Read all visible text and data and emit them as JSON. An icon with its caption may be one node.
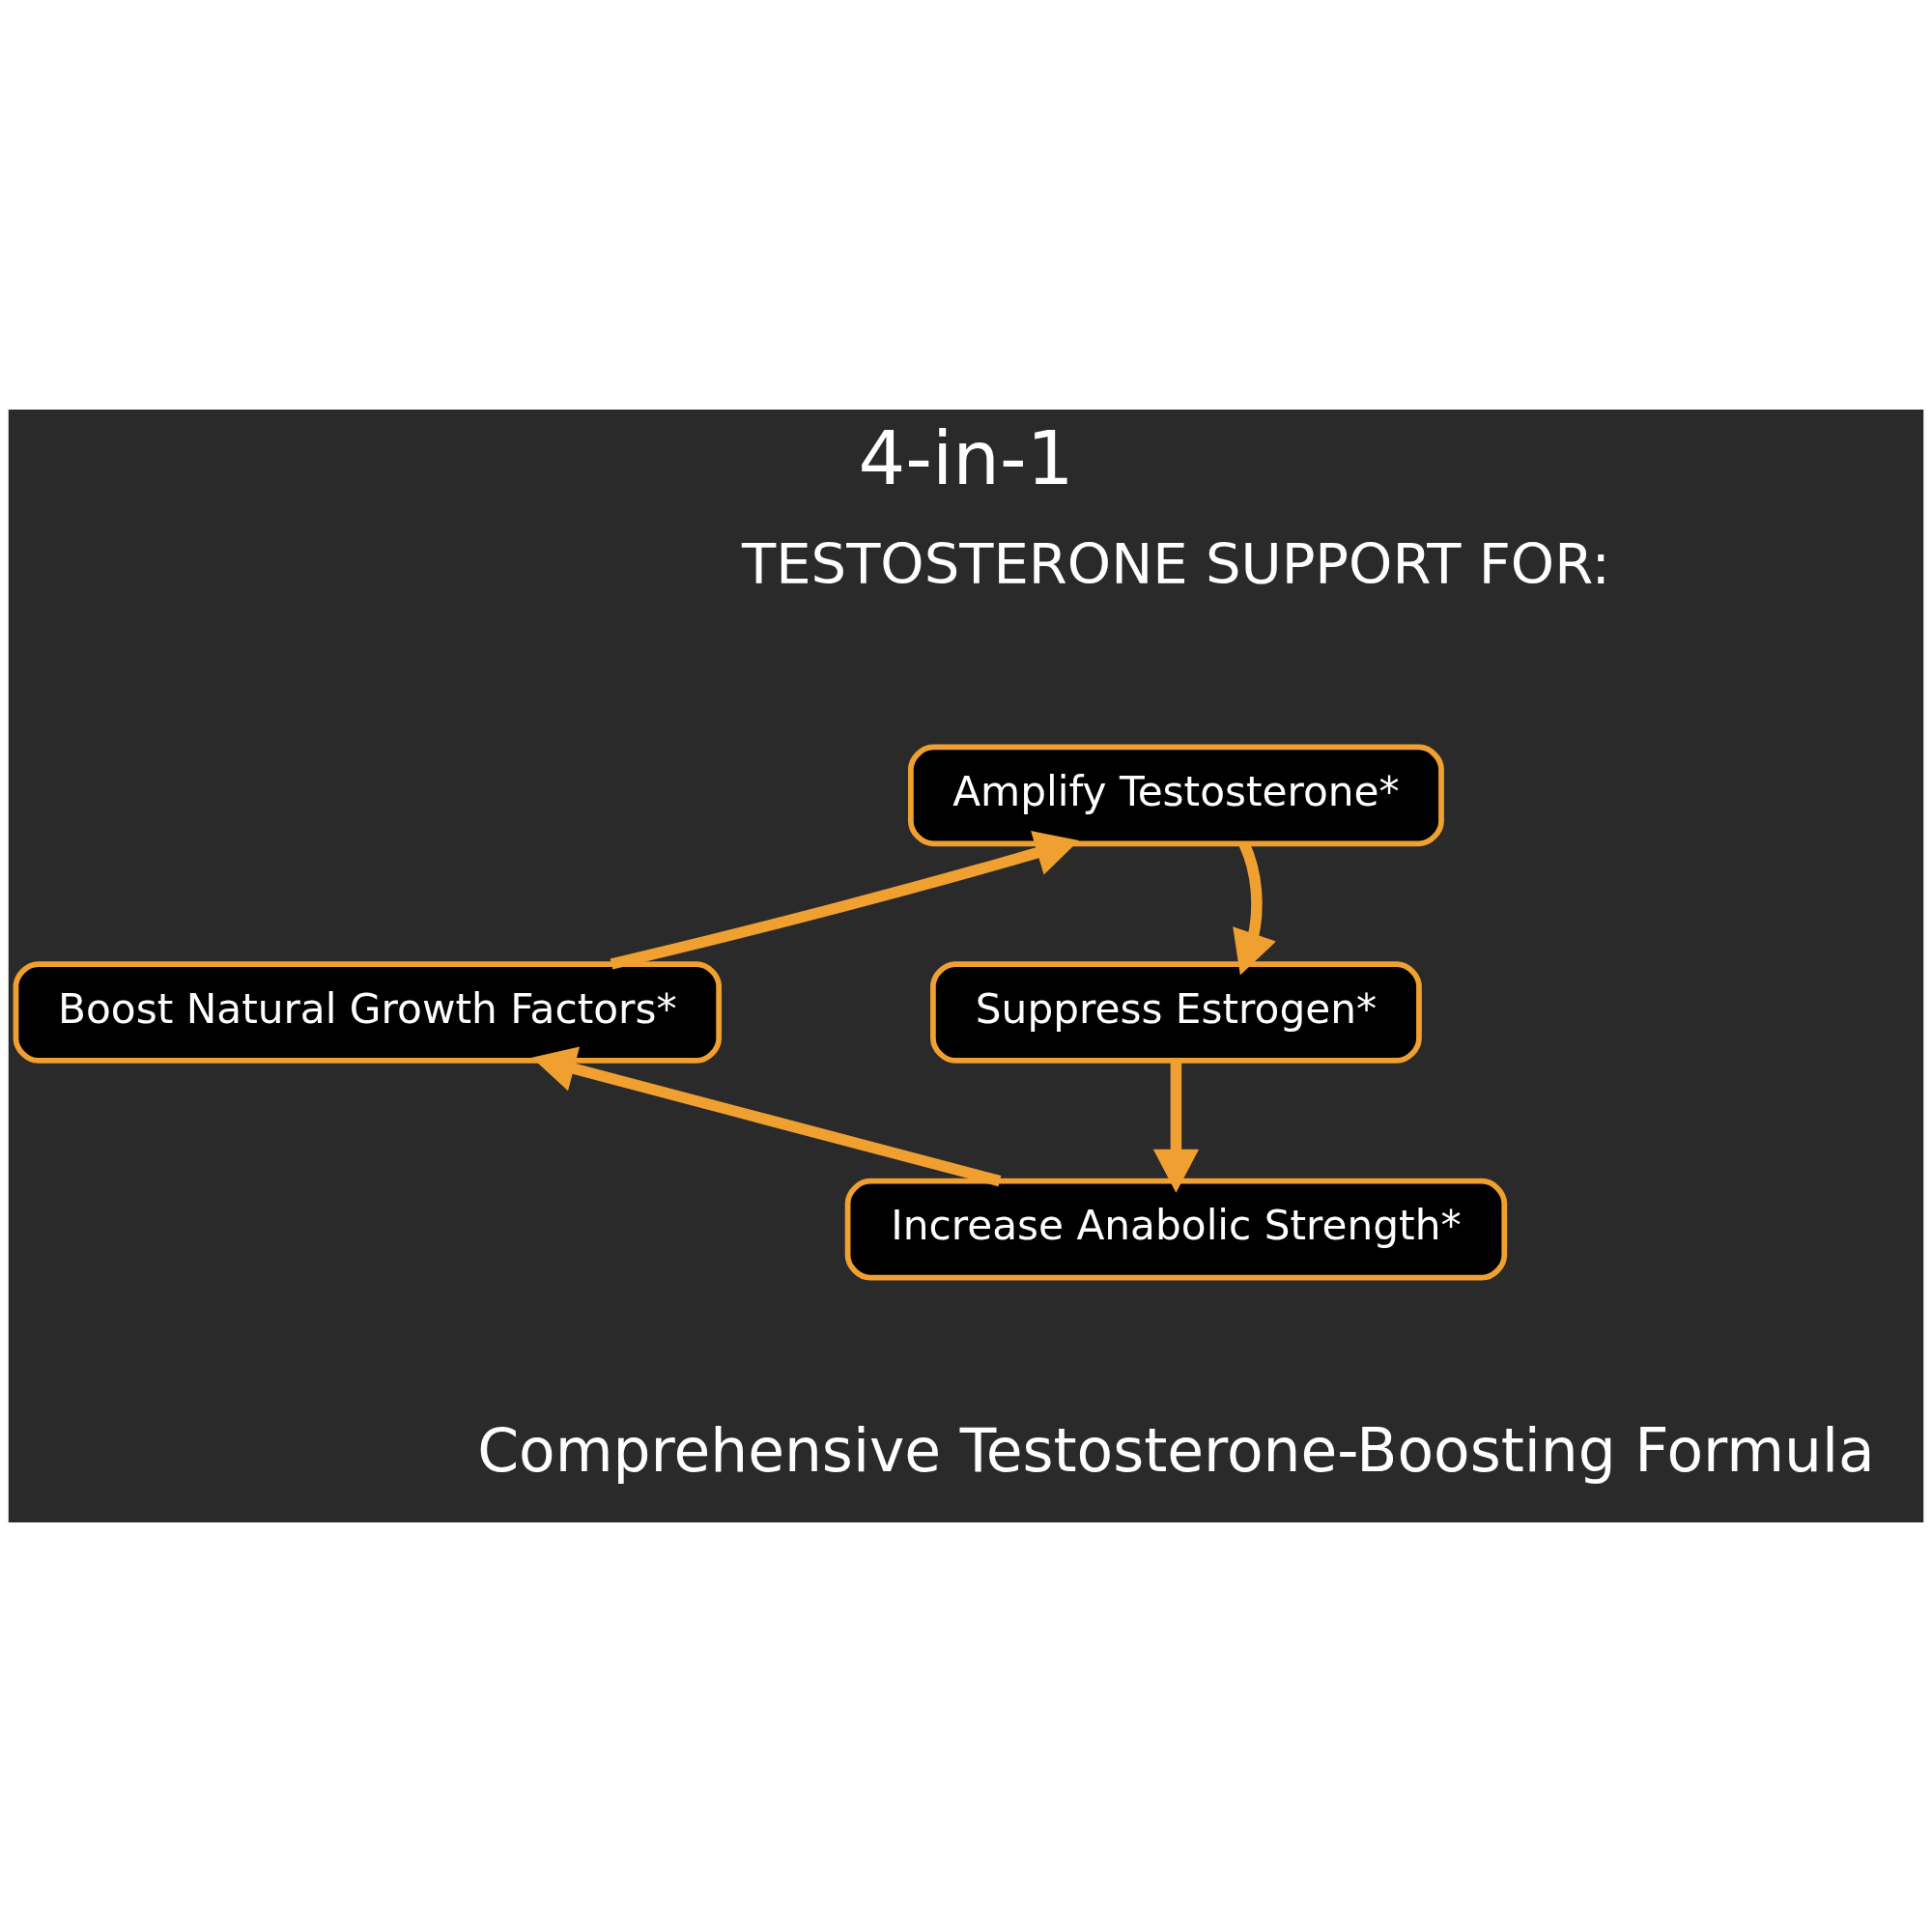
{
  "diagram": {
    "title": "4-in-1",
    "caption": "Comprehensive Testosterone-Boosting Formula",
    "nodes": [
      {
        "text": [
          "Amplify Testosterone*"
        ]
      },
      {
        "text": [
          "Suppress Estrogen*"
        ]
      },
      {
        "text": [
          "Increase Anabolic Strength*"
        ]
      },
      {
        "text": [
          "Boost Natural Growth Factors*"
        ]
      }
    ],
    "edges": [
      {
        "from": 0,
        "to": 1,
        "arrow": "to"
      },
      {
        "from": 1,
        "to": 2,
        "arrow": "to"
      },
      {
        "from": 2,
        "to": 3,
        "arrow": "to"
      },
      {
        "from": 3,
        "to": 0,
        "arrow": "to"
      }
    ],
    "labels": [
      "TESTOSTERONE SUPPORT FOR:"
    ]
  }
}
